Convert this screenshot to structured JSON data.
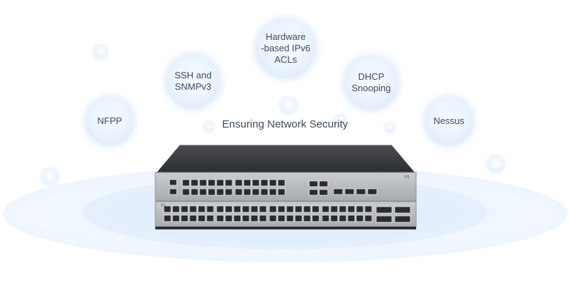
{
  "caption": "Ensuring Network Security",
  "features": {
    "nfpp": "NFPP",
    "ssh": "SSH and\nSNMPv3",
    "hardware_acl": "Hardware\n-based IPv6\nACLs",
    "dhcp": "DHCP\nSnooping",
    "nessus": "Nessus"
  },
  "device": {
    "brand": "FS"
  },
  "colors": {
    "text": "#3c4c5e",
    "bubble": "#eaf3fd",
    "platform": "#dcebfb",
    "switch_body": "#3a3b3e",
    "switch_face": "#b8bcc0"
  }
}
